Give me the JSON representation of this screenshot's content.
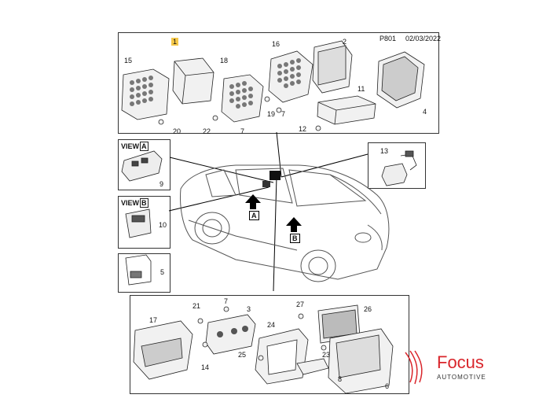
{
  "header": {
    "code": "P801",
    "date": "02/03/2022"
  },
  "callouts": {
    "c1": "1",
    "c2": "2",
    "c3": "3",
    "c4": "4",
    "c5": "5",
    "c6": "6",
    "c7a": "7",
    "c7b": "7",
    "c8": "8",
    "c9": "9",
    "c10": "10",
    "c11": "11",
    "c12": "12",
    "c13": "13",
    "c14": "14",
    "c15": "15",
    "c16": "16",
    "c17": "17",
    "c18": "18",
    "c19": "19",
    "c20": "20",
    "c21": "21",
    "c22": "22",
    "c23": "23",
    "c24": "24",
    "c25": "25",
    "c26": "26",
    "c27": "27"
  },
  "views": {
    "a_prefix": "VIEW",
    "a_tag": "A",
    "b_prefix": "VIEW",
    "b_tag": "B"
  },
  "arrows": {
    "a": "A",
    "b": "B"
  },
  "logo": {
    "main": "Focus",
    "sub": "AUTOMOTIVE",
    "color": "#d9252b"
  }
}
